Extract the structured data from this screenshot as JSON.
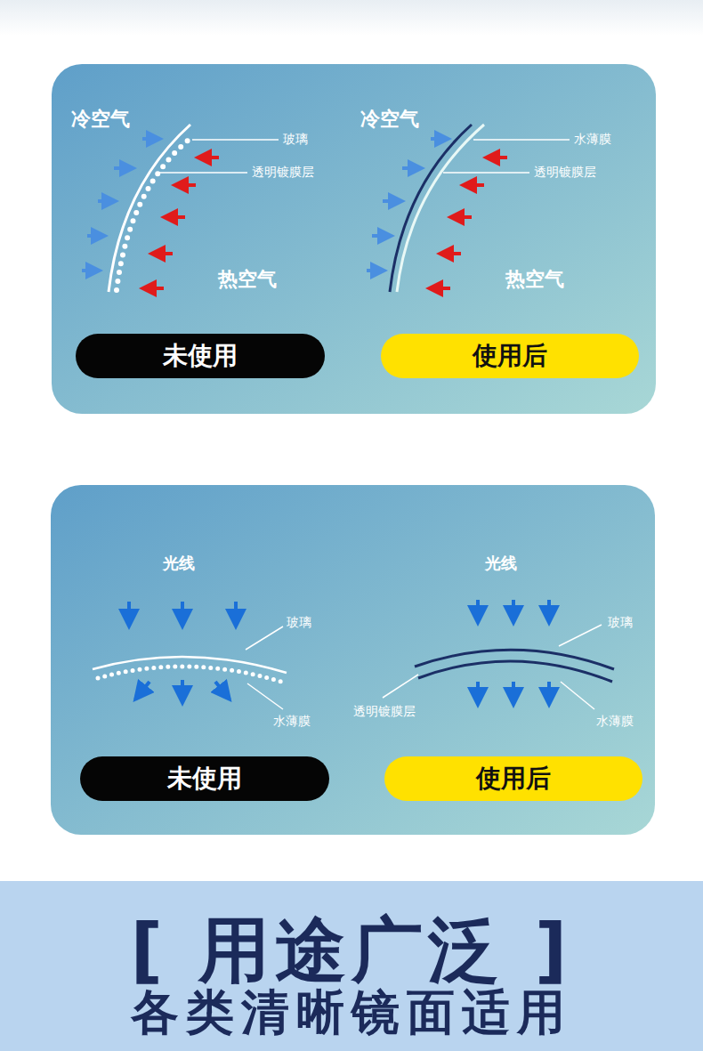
{
  "diagram": {
    "nodes": [
      {
        "text": [
          "未使用"
        ]
      },
      {
        "text": [
          "使用后"
        ]
      },
      {
        "text": [
          "未使用"
        ]
      },
      {
        "text": [
          "使用后"
        ]
      },
      {
        "text": [
          "[ 用途广泛 ]",
          "各类清晰镜面适用"
        ]
      }
    ],
    "labels": [
      "冷空气",
      "玻璃",
      "透明镀膜层",
      "热空气",
      "冷空气",
      "水薄膜",
      "透明镀膜层",
      "热空气",
      "光线",
      "玻璃",
      "水薄膜",
      "光线",
      "玻璃",
      "透明镀膜层",
      "水薄膜"
    ]
  }
}
